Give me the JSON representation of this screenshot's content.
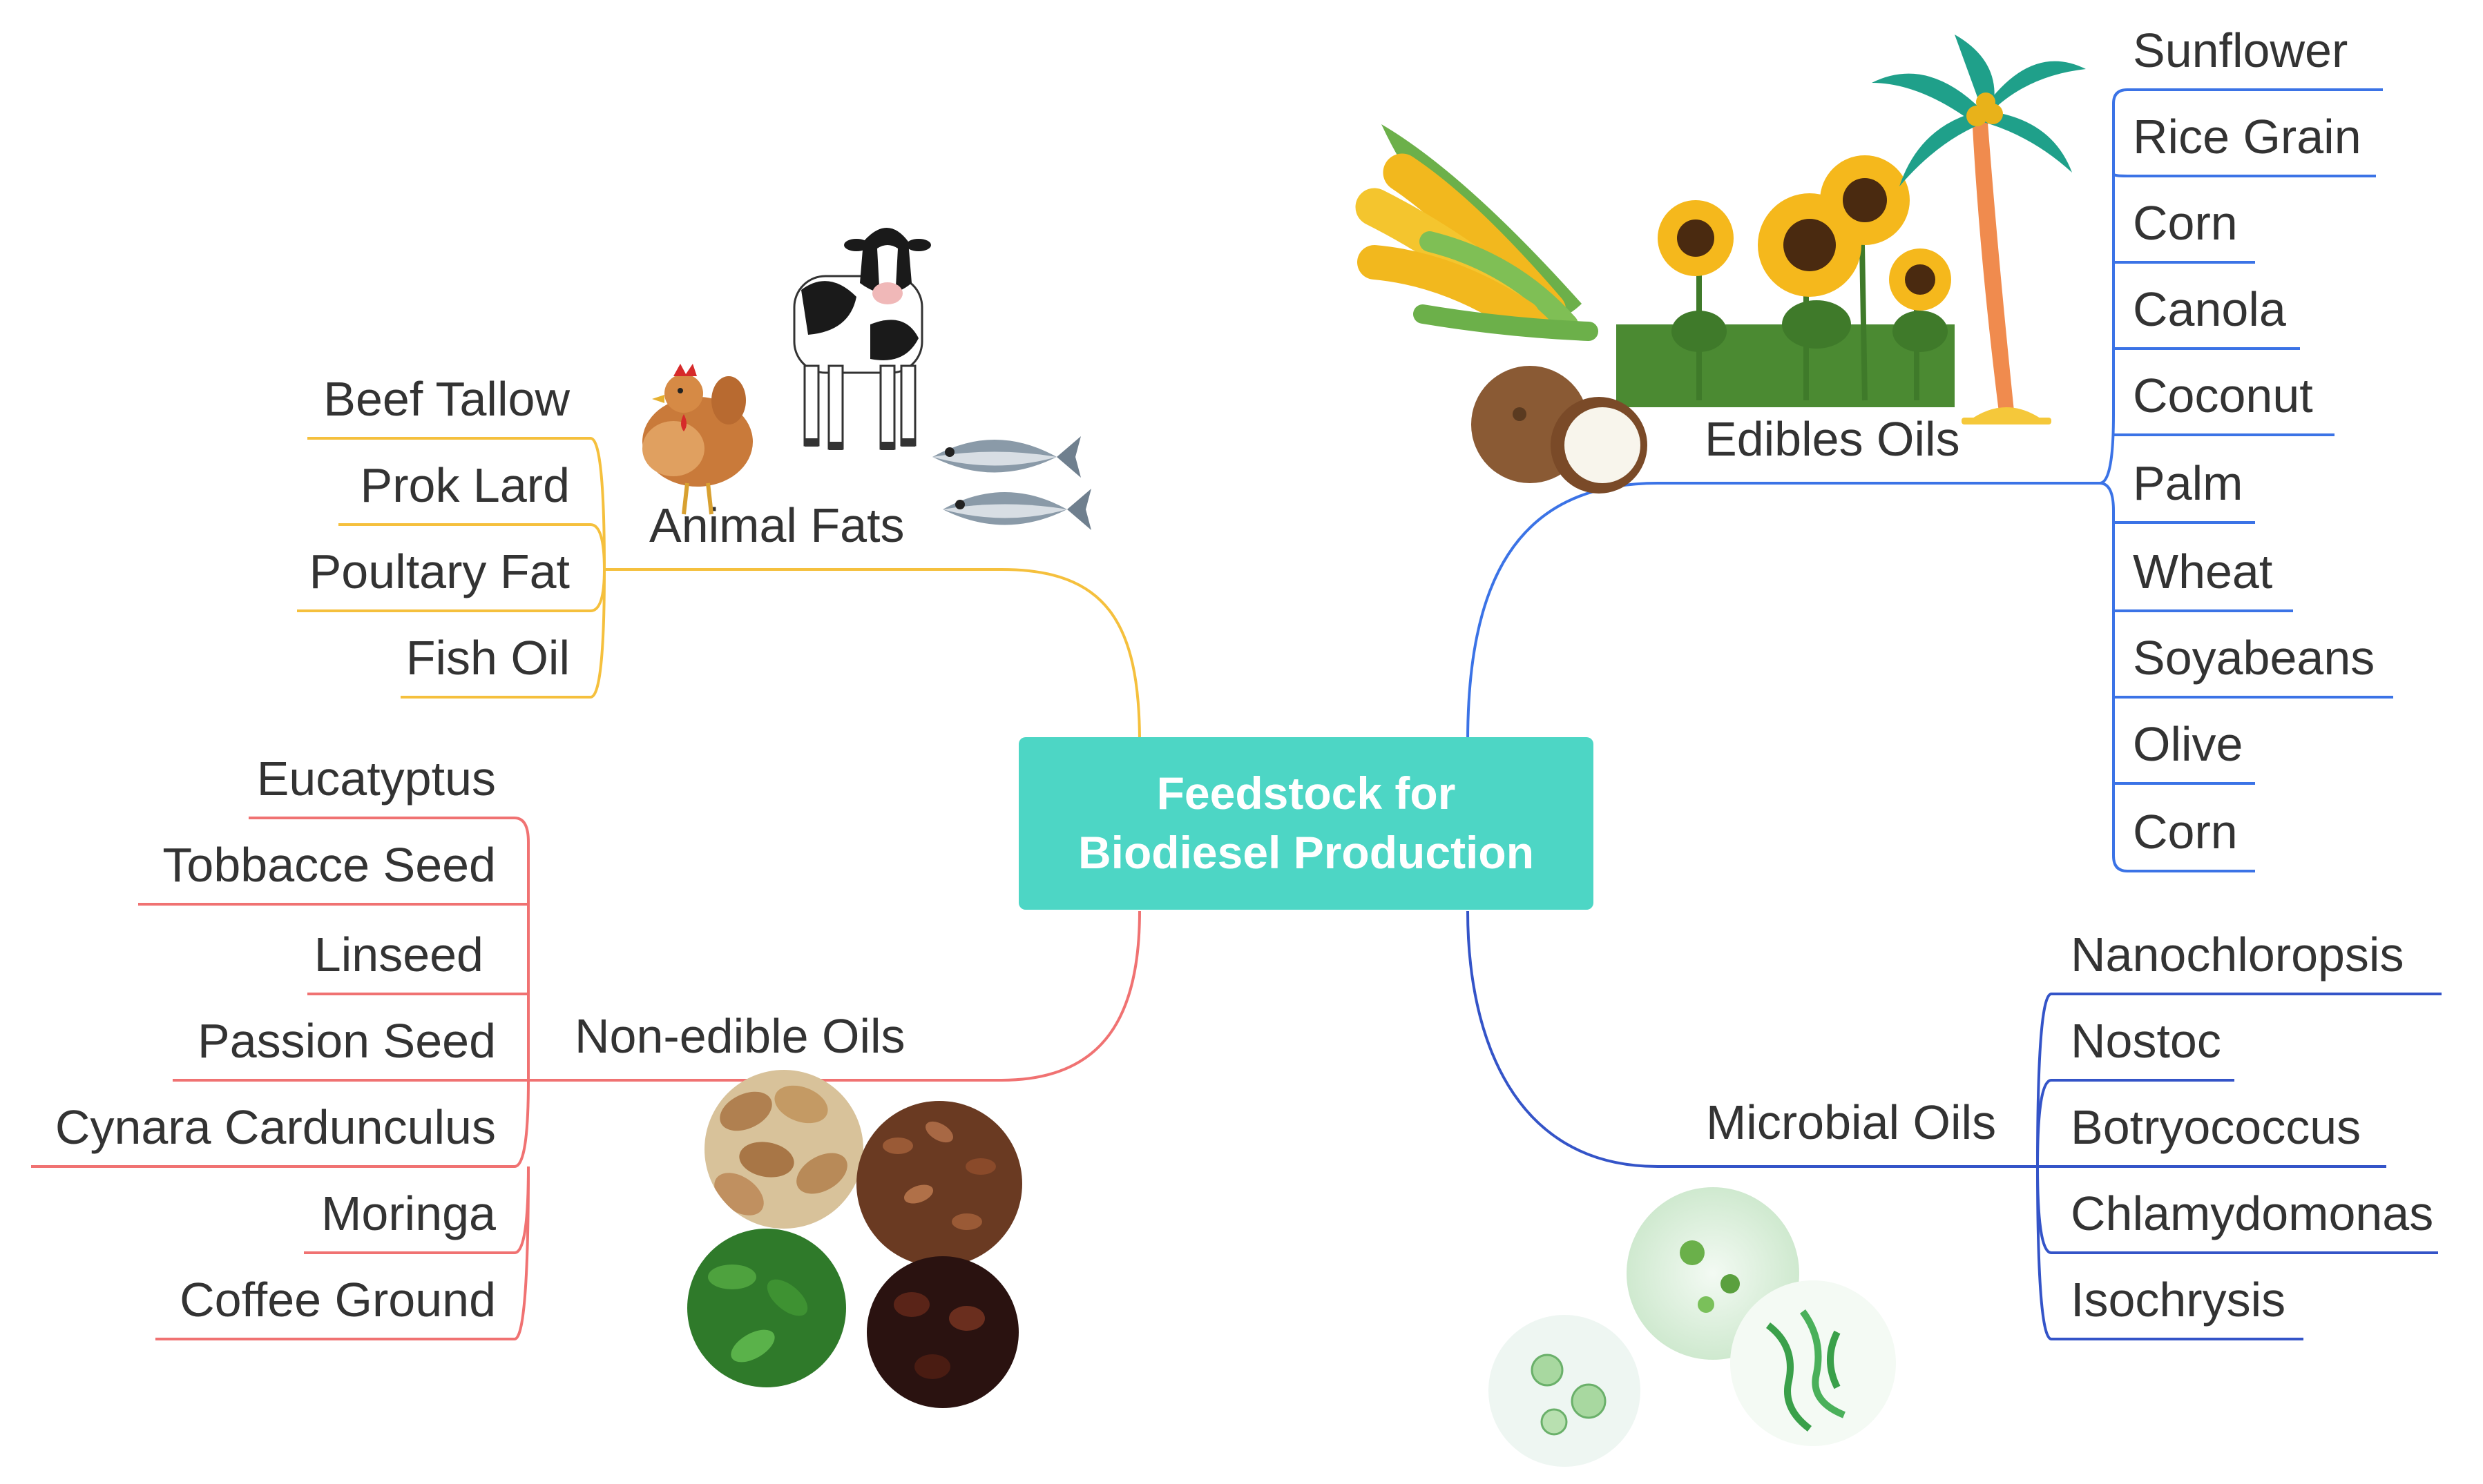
{
  "center": {
    "line1": "Feedstock for",
    "line2": "Biodiesel Production",
    "color": "#4DD6C5"
  },
  "branches": {
    "animal": {
      "label": "Animal Fats",
      "color": "#F5C03D",
      "items": [
        "Beef Tallow",
        "Prok Lard",
        "Poultary Fat",
        "Fish Oil"
      ]
    },
    "edible": {
      "label": "Edibles Oils",
      "color": "#3B73E6",
      "items": [
        "Sunflower",
        "Rice Grain",
        "Corn",
        "Canola",
        "Coconut",
        "Palm",
        "Wheat",
        "Soyabeans",
        "Olive",
        "Corn"
      ]
    },
    "nonedible": {
      "label": "Non-edible Oils",
      "color": "#F07272",
      "items": [
        "Eucatyptus",
        "Tobbacce Seed",
        "Linseed",
        "Passion Seed",
        "Cynara Cardunculus",
        "Moringa",
        "Coffee Ground"
      ]
    },
    "microbial": {
      "label": "Microbial Oils",
      "color": "#3454C8",
      "items": [
        "Nanochloropsis",
        "Nostoc",
        "Botryococcus",
        "Chlamydomonas",
        "Isochrysis"
      ]
    }
  },
  "icons": [
    "chicken-icon",
    "cow-icon",
    "fish-icon",
    "corn-icon",
    "sunflower-icon",
    "palm-tree-icon",
    "coconut-icon",
    "seeds-photo-icon",
    "microalgae-photo-icon"
  ]
}
